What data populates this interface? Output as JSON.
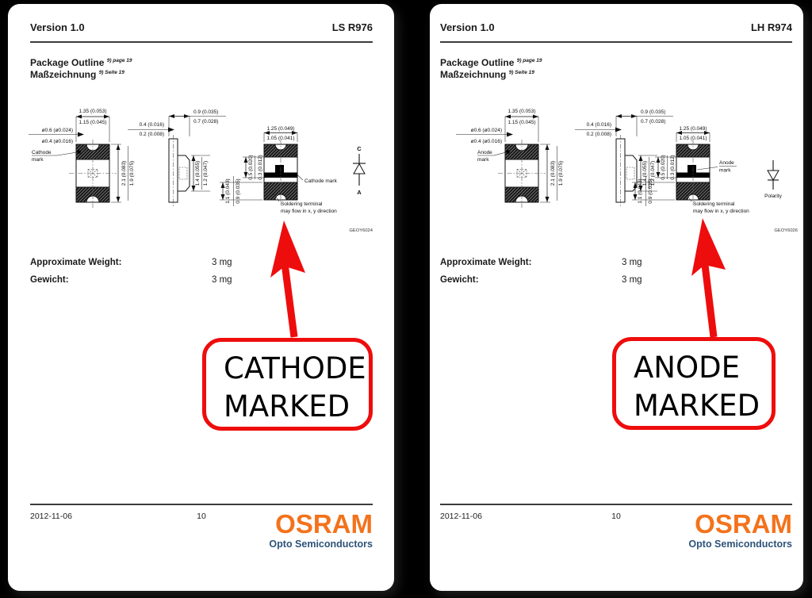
{
  "colors": {
    "annotation_red": "#ee0d0d",
    "osram_orange": "#f4721b",
    "osram_blue": "#2e5379",
    "paper": "#ffffff",
    "background": "#000000"
  },
  "dims": {
    "v1": {
      "top1": "1.35 (0.053)",
      "top2": "1.15 (0.045)",
      "dia1": "ø0.6 (ø0.024)",
      "dia2": "ø0.4 (ø0.016)",
      "right1": "2.1 (0.083)",
      "right2": "1.9 (0.075)"
    },
    "v2": {
      "top1": "0.9 (0.035)",
      "top2": "0.7 (0.028)",
      "left1": "0.4 (0.016)",
      "left2": "0.2 (0.008)",
      "right1": "1.4 (0.055)",
      "right2": "1.2 (0.047)"
    },
    "v3": {
      "top1": "1.25 (0.049)",
      "top2": "1.05 (0.041)",
      "in1": "0.5 (0.020)",
      "in2": "0.3 (0.012)",
      "out1": "1.1 (0.043)",
      "out2": "0.9 (0.035)"
    }
  },
  "pages": [
    {
      "version": "Version 1.0",
      "part": "LS R976",
      "outline_en": "Package Outline",
      "outline_en_ref": "9) page 19",
      "outline_de": "Maßzeichnung",
      "outline_de_ref": "9) Seite 19",
      "mark_line1": "Cathode",
      "mark_line2": "mark",
      "mark_full": "Cathode mark",
      "solder_line1": "Soldering terminal",
      "solder_line2": "may flow in x, y direction",
      "drawing_no": "GEOY6024",
      "diode_top": "C",
      "diode_bottom": "A",
      "weight_label": "Approximate Weight:",
      "weight_value": "3 mg",
      "weight_label_de": "Gewicht:",
      "weight_value_de": "3 mg",
      "callout_line1": "CATHODE",
      "callout_line2": "MARKED",
      "date": "2012-11-06",
      "page_no": "10",
      "logo": "OSRAM",
      "logo_sub": "Opto Semiconductors"
    },
    {
      "version": "Version 1.0",
      "part": "LH R974",
      "outline_en": "Package Outline",
      "outline_en_ref": "9) page 19",
      "outline_de": "Maßzeichnung",
      "outline_de_ref": "9) Seite 19",
      "mark_line1": "Anode",
      "mark_line2": "mark",
      "mark_full": "Anode mark",
      "solder_line1": "Soldering terminal",
      "solder_line2": "may flow in x, y direction",
      "drawing_no": "GEOY6026",
      "polarity_label": "Polarity",
      "weight_label": "Approximate Weight:",
      "weight_value": "3 mg",
      "weight_label_de": "Gewicht:",
      "weight_value_de": "3 mg",
      "callout_line1": "ANODE",
      "callout_line2": "MARKED",
      "date": "2012-11-06",
      "page_no": "10",
      "logo": "OSRAM",
      "logo_sub": "Opto Semiconductors"
    }
  ]
}
